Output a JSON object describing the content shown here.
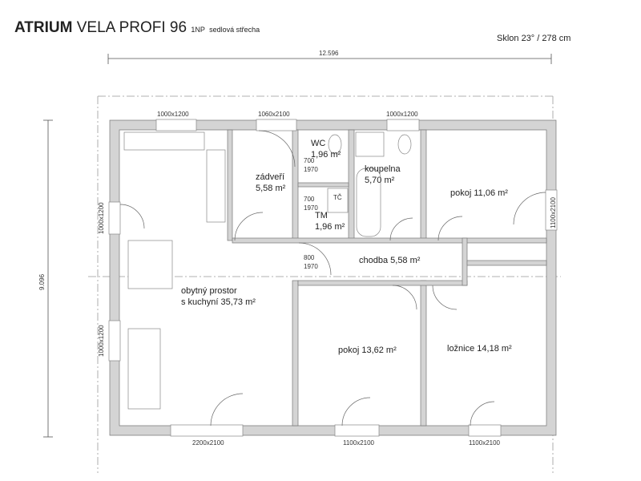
{
  "title": {
    "brand": "ATRIUM",
    "model": "VELA PROFI 96",
    "floor": "1NP",
    "roof": "sedlová střecha"
  },
  "slope": "Sklon 23° / 278 cm",
  "dimensions": {
    "width": "12.596",
    "height": "9.096"
  },
  "rooms": {
    "wc": {
      "name": "WC",
      "area": "1,96 m²"
    },
    "zadveri": {
      "name": "zádveří",
      "area": "5,58 m²"
    },
    "koupelna": {
      "name": "koupelna",
      "area": "5,70 m²"
    },
    "tm": {
      "name": "TM",
      "area": "1,96 m²"
    },
    "tc": "TČ",
    "pokoj1": "pokoj 11,06 m²",
    "chodba": "chodba 5,58 m²",
    "obytny": {
      "line1": "obytný prostor",
      "line2": "s kuchyní 35,73 m²"
    },
    "pokoj2": "pokoj 13,62 m²",
    "loznice": "ložnice 14,18 m²"
  },
  "openings": {
    "w_top1": "1000x1200",
    "d_top": "1060x2100",
    "w_top2": "1000x1200",
    "w_left1": "1000x1200",
    "w_left2": "1000x1200",
    "w_right": "1100x2100",
    "d_bottom1": "2200x2100",
    "w_bottom2": "1100x2100",
    "w_bottom3": "1100x2100",
    "door_w700": "700",
    "door_w800": "800",
    "door_h": "1970"
  }
}
